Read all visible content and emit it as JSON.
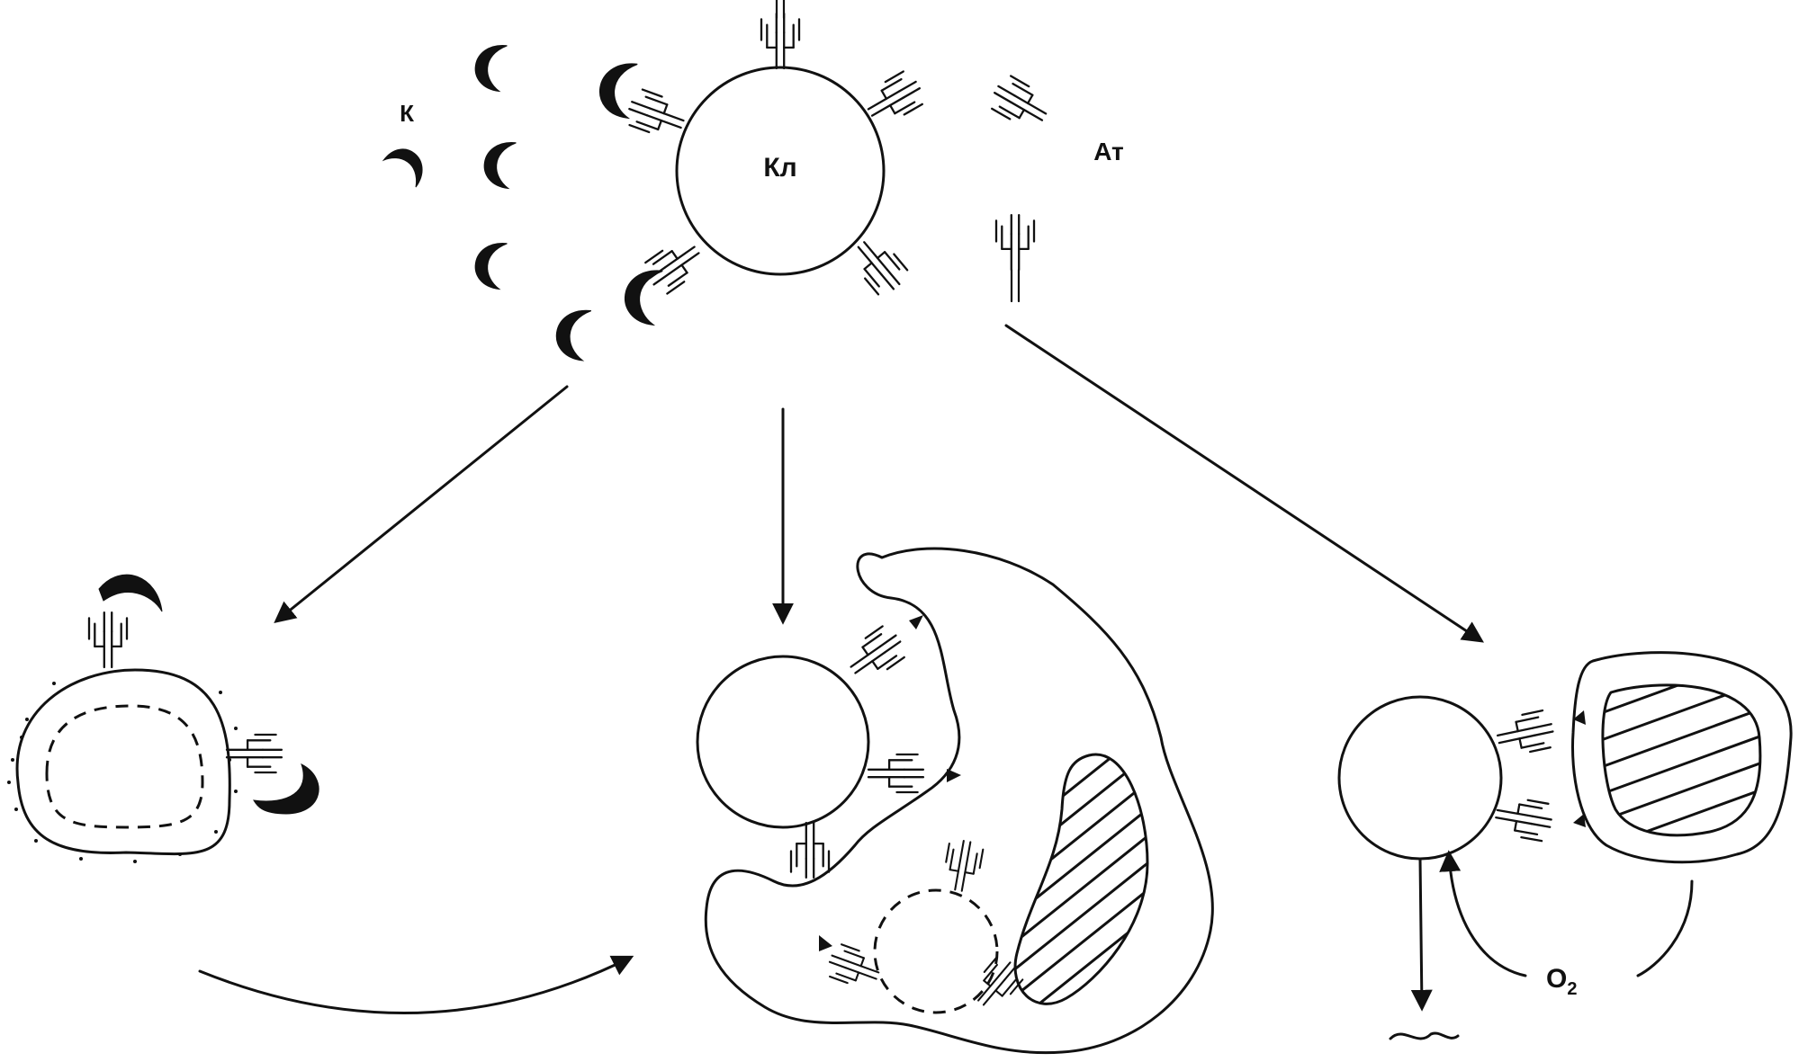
{
  "labels": {
    "complement": "К",
    "cell": "Кл",
    "antibody": "Ат",
    "oxygen": "O",
    "oxygen_subscript": "2"
  }
}
